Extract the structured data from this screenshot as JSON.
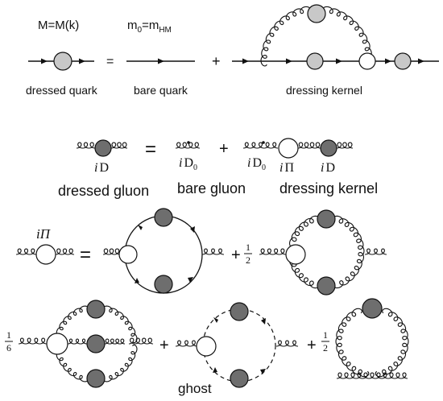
{
  "quark_row": {
    "mass_function_label": "M=M(k)",
    "bare_mass_label": "m0=mHM",
    "mass_base": "m",
    "mass_sub_0": "0",
    "mass_eq": "=m",
    "mass_sub_hm": "HM",
    "equals_sign": "=",
    "plus_sign": "+",
    "dressed_label": "dressed quark",
    "bare_label": "bare quark",
    "kernel_label": "dressing  kernel"
  },
  "gluon_row": {
    "equals_sign": "=",
    "plus_sign": "+",
    "iD_label": "iD",
    "iD0_label": "iD0",
    "iPi_label": "iΠ",
    "italic_i": "i",
    "D": "D",
    "Pi": "Π",
    "zero": "0",
    "dressed_label": "dressed gluon",
    "bare_label": "bare gluon",
    "kernel_label": "dressing  kernel"
  },
  "self_energy_row": {
    "iPi_label": "iΠ",
    "equals_sign": "=",
    "plus_sign": "+",
    "half_num": "1",
    "half_den": "2"
  },
  "last_row": {
    "sixth_num": "1",
    "sixth_den": "6",
    "plus_sign": "+",
    "half_num": "1",
    "half_den": "2",
    "ghost_label": "ghost"
  },
  "colors": {
    "line": "#111111",
    "light_blob": "#c8c8c8",
    "dark_blob": "#6e6e6e",
    "open_blob": "#ffffff"
  }
}
